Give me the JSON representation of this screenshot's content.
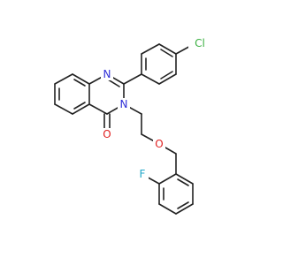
{
  "molecule": {
    "atoms": {
      "chlorine": {
        "label": "Cl",
        "color": "#3cb043"
      },
      "n_ring_top": {
        "label": "N",
        "color": "#2f2fd8"
      },
      "n_ring_amide": {
        "label": "N",
        "color": "#2f2fd8"
      },
      "carbonyl_oxygen": {
        "label": "O",
        "color": "#e02020"
      },
      "ether_oxygen": {
        "label": "O",
        "color": "#e02020"
      },
      "fluorine": {
        "label": "F",
        "color": "#1da6c8"
      }
    },
    "bond_color": "#222222"
  }
}
